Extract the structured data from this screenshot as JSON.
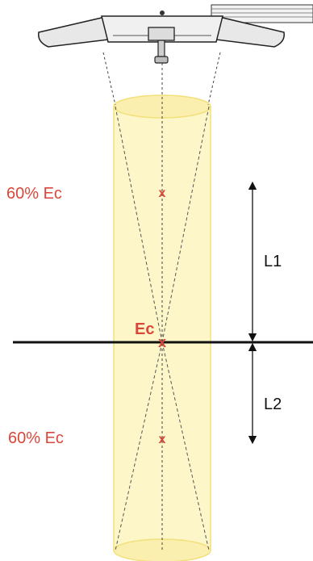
{
  "diagram": {
    "labels": {
      "top_ratio": "60% Ec",
      "bottom_ratio": "60% Ec",
      "center": "Ec",
      "distance_upper": "L1",
      "distance_lower": "L2"
    },
    "markers": {
      "symbol": "x"
    },
    "colors": {
      "accent_red": "#d8473a",
      "beam_fill": "#fdf6c9",
      "beam_edge": "#f2e07a",
      "line": "#111111",
      "lamp_body": "#e6e6e6",
      "lamp_outline": "#222222"
    }
  }
}
